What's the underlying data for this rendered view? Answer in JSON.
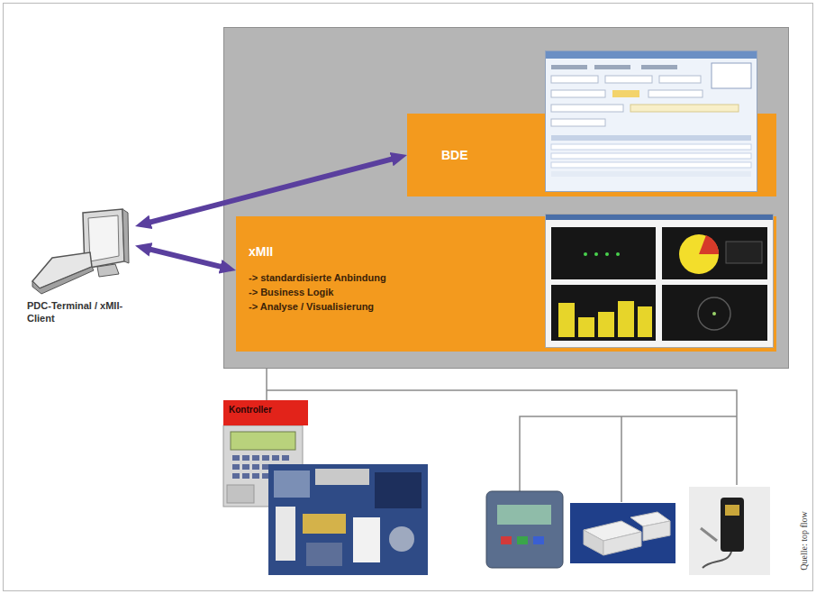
{
  "diagram": {
    "nodes": [
      {
        "text": [
          "PDC-Terminal / xMII-Client"
        ]
      },
      {
        "text": [
          "BDE"
        ]
      },
      {
        "text": [
          "xMII",
          "-> standardisierte Anbindung",
          "-> Business Logik",
          "-> Analyse / Visualisierung"
        ]
      },
      {
        "text": [
          "Kontroller"
        ]
      }
    ],
    "edges": [
      {
        "from": 0,
        "to": 1,
        "arrow": "both"
      },
      {
        "from": 0,
        "to": 2,
        "arrow": "both"
      }
    ],
    "labels": [
      "Quelle: top flow"
    ]
  }
}
